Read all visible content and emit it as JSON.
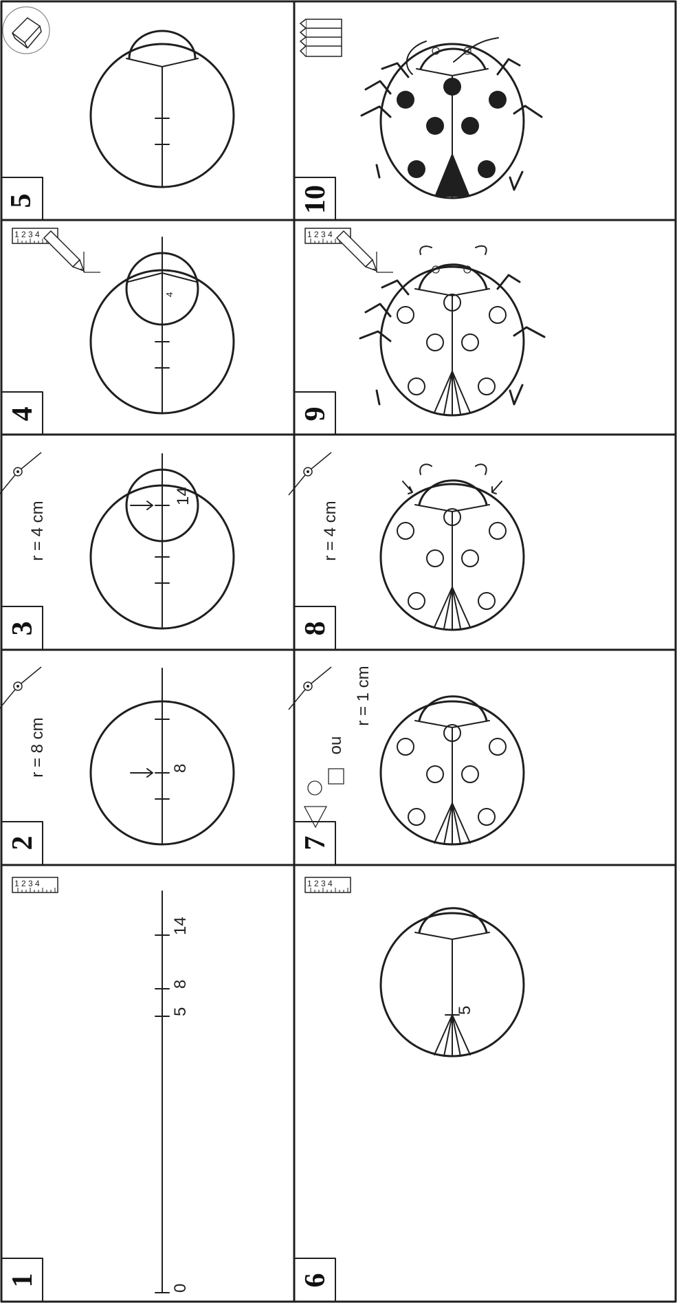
{
  "steps": {
    "s1": {
      "number": "1",
      "ticks": [
        "0",
        "5",
        "8",
        "14"
      ]
    },
    "s2": {
      "number": "2",
      "radius": "r = 8 cm",
      "tick": "8"
    },
    "s3": {
      "number": "3",
      "radius": "r = 4 cm",
      "tick": "14"
    },
    "s4": {
      "number": "4",
      "tick": "4"
    },
    "s5": {
      "number": "5"
    },
    "s6": {
      "number": "6",
      "tick": "5"
    },
    "s7": {
      "number": "7",
      "radius": "r = 1 cm",
      "ou": "ou"
    },
    "s8": {
      "number": "8",
      "radius": "r = 4 cm"
    },
    "s9": {
      "number": "9"
    },
    "s10": {
      "number": "10"
    }
  },
  "ruler_digits": "1 2 3 4",
  "icons": {
    "ruler": "ruler-icon",
    "pencil": "pencil-icon",
    "compass": "compass-icon",
    "eraser": "eraser-icon",
    "pencils": "colored-pencils-icon",
    "shapes": "shape-templates-icon"
  },
  "colors": {
    "ink": "#1f1f1f",
    "paper": "#ffffff"
  }
}
